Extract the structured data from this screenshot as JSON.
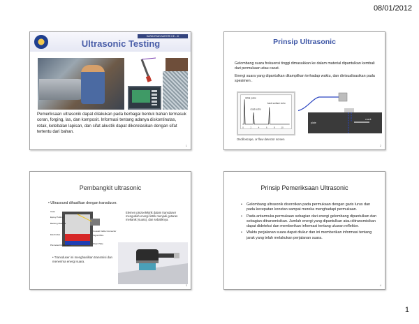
{
  "page": {
    "date": "08/01/2012",
    "number": "1"
  },
  "slides": [
    {
      "tag": "SARASTIAN MATERI KE - III",
      "title": "Ultrasonic Testing",
      "body": "Pemeriksaan ultrasonik dapat dilakukan pada berbagai bentuk bahan termasuk coran, forging, las, dan komposit. Informasi tentang adanya diskontinutas, retak, ketebalan lapisan, dan sifat akustik dapat dikorelasikan dengan sifat tertentu dari bahan.",
      "slide_number": "1"
    },
    {
      "title": "Prinsip Ultrasonic",
      "paragraphs": [
        "Gelombang suara frekuensi tinggi dimasukkan ke dalam material dipantulkan kembali dari permukaan atau cacat.",
        "Energi suara yang dipantulkan ditampilkan terhadap waktu, dan divisualisasikan pada spesimen ."
      ],
      "scope_labels": [
        "initial pulse",
        "crack echo",
        "back surface echo"
      ],
      "scope_ticks": [
        "0",
        "2",
        "4",
        "6",
        "8",
        "10"
      ],
      "diagram_labels": [
        "crack",
        "plate"
      ],
      "scope_caption": "Oscilloscope, or flaw detector screen",
      "slide_number": "2"
    },
    {
      "title": "Pembangkit ultrasonic",
      "bullet": "Ultrasound dihasilkan dengan transducer.",
      "part_labels": [
        "Case",
        "Epoxy Potting",
        "Backing Material",
        "Electrodes",
        "Piezoelectric Element",
        "Coaxial Cable Connector",
        "Signal Wire",
        "Wear Plate"
      ],
      "description": "Elemen piezoelektrik dalam transduser mengubah energi listrik menjadi getaran mekanik (suara), dan sebaliknya.",
      "sub_bullet": "Transduser ini menghasilkan transmisi dan menerima energi suara.",
      "slide_number": "3"
    },
    {
      "title": "Prinsip Pemeriksaan Ultrasonic",
      "bullets": [
        "Gelombang ultrasonik disorotkan pada permukaan dengan garis lurus dan pada kecepatan konstan sampai mereka menghadapi permukaan.",
        "Pada antarmuka permukaan sebagian dari energi gelombang dipantulkan dan sebagian ditransmisikan. Jumlah energi yang dipantulkan atau ditransmisikan dapat dideteksi dan memberikan informasi tentang ukuran reflektor.",
        "Waktu perjalanan suara dapat diukur dan ini memberikan informasi tentang jarak yang telah melakukan perjalanan suara."
      ],
      "slide_number": "4"
    }
  ],
  "colors": {
    "title_blue": "#3d56a6",
    "scope_trace": "#1a1a1a",
    "beam_blue": "#2b45c0"
  }
}
